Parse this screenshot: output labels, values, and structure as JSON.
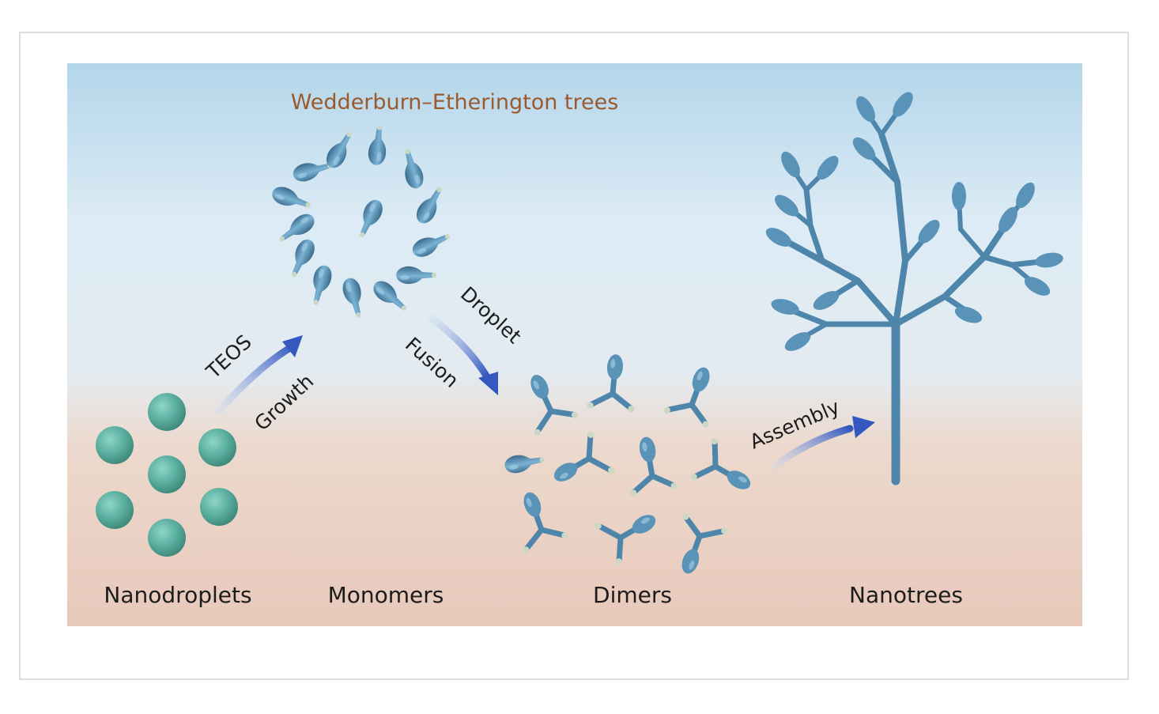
{
  "title": "Wedderburn–Etherington trees",
  "stages": {
    "nanodroplets": "Nanodroplets",
    "monomers": "Monomers",
    "dimers": "Dimers",
    "nanotrees": "Nanotrees"
  },
  "arrows": {
    "teos": "TEOS",
    "growth": "Growth",
    "droplet": "Droplet",
    "fusion": "Fusion",
    "assembly": "Assembly"
  },
  "colors": {
    "title": "#9a5a2e",
    "droplet": "#5fb4a8",
    "structure": "#5a8fb0",
    "arrow": "#3a5fc8",
    "text": "#1c1c1c"
  }
}
